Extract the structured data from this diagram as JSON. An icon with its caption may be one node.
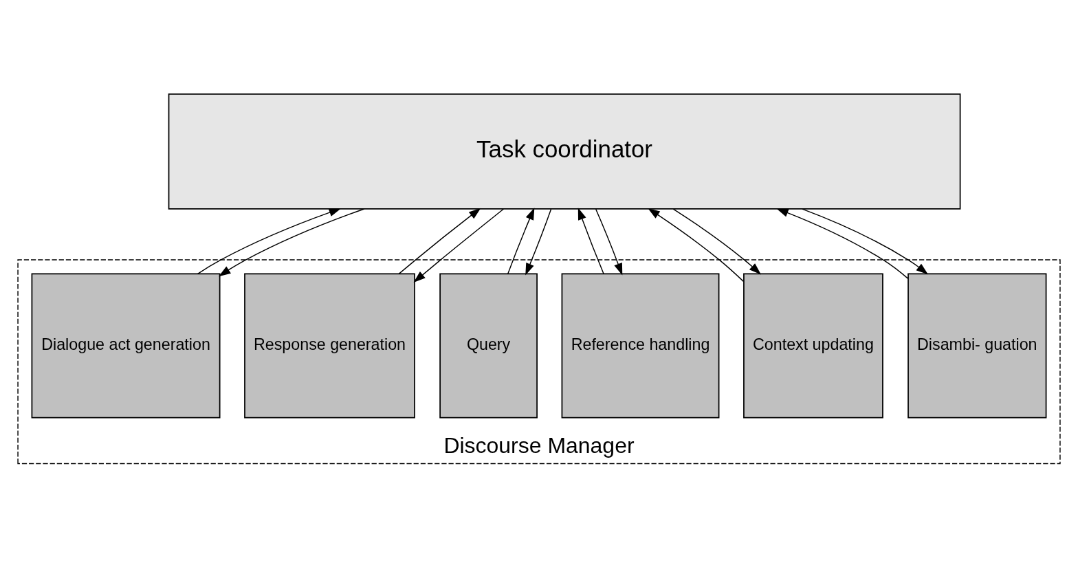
{
  "diagram": {
    "nodes": [
      {
        "text": [
          "Task coordinator"
        ]
      },
      {
        "text": [
          "Discourse Manager"
        ]
      },
      {
        "text": [
          "Disambi- guation"
        ],
        "in": 1
      },
      {
        "text": [
          "Context updating"
        ],
        "in": 1
      },
      {
        "text": [
          "Reference handling"
        ],
        "in": 1
      },
      {
        "text": [
          "Query"
        ],
        "in": 1
      },
      {
        "text": [
          "Response generation"
        ],
        "in": 1
      },
      {
        "text": [
          "Dialogue act generation"
        ],
        "in": 1
      }
    ],
    "edges": [
      {
        "from": 0,
        "to": 2,
        "arrow": "to"
      },
      {
        "from": 2,
        "to": 0,
        "arrow": "to"
      },
      {
        "from": 0,
        "to": 3,
        "arrow": "to"
      },
      {
        "from": 3,
        "to": 0,
        "arrow": "to"
      },
      {
        "from": 0,
        "to": 4,
        "arrow": "to"
      },
      {
        "from": 4,
        "to": 0,
        "arrow": "to"
      },
      {
        "from": 0,
        "to": 5,
        "arrow": "to"
      },
      {
        "from": 5,
        "to": 0,
        "arrow": "to"
      },
      {
        "from": 0,
        "to": 6,
        "arrow": "to"
      },
      {
        "from": 6,
        "to": 0,
        "arrow": "to"
      },
      {
        "from": 0,
        "to": 7,
        "arrow": "to"
      },
      {
        "from": 7,
        "to": 0,
        "arrow": "to"
      }
    ]
  }
}
